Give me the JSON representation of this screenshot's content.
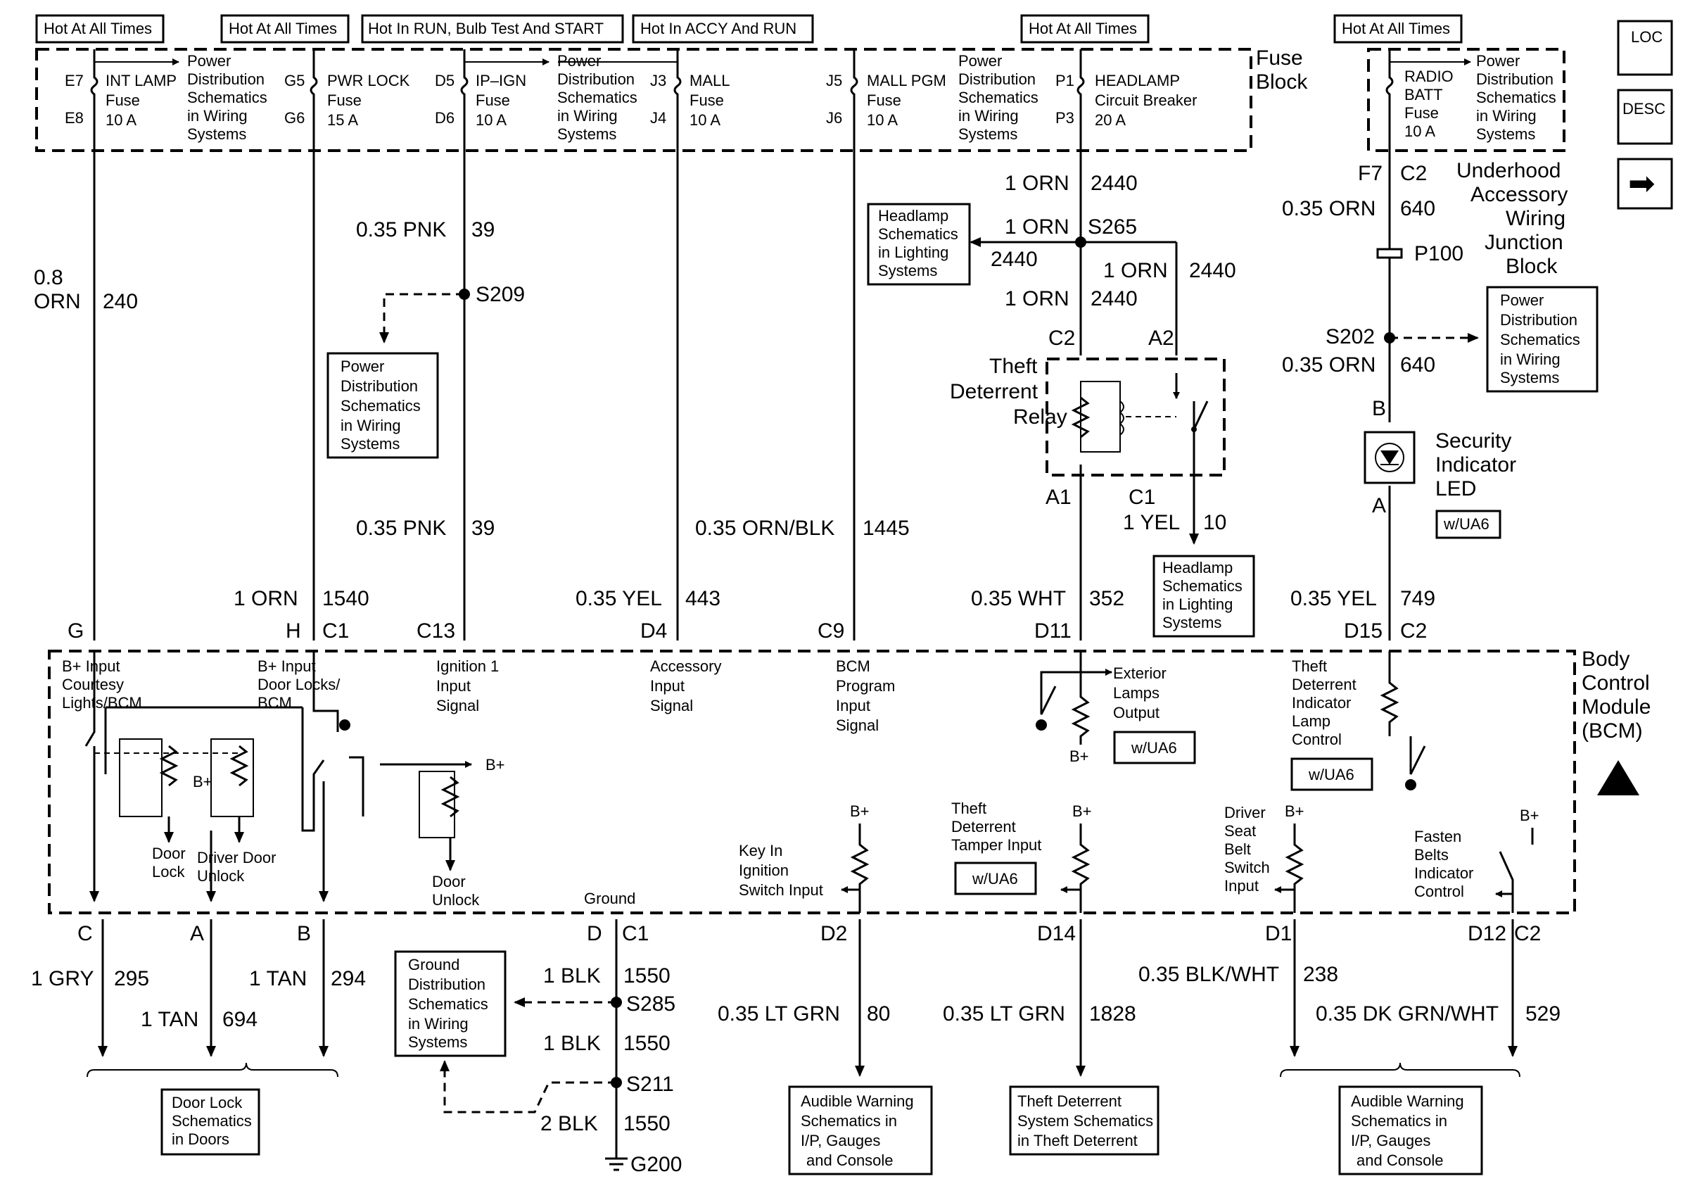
{
  "headers": [
    {
      "id": "hdr1",
      "text": "Hot At All Times"
    },
    {
      "id": "hdr2",
      "text": "Hot At All Times"
    },
    {
      "id": "hdr3",
      "text": "Hot In RUN, Bulb Test And START"
    },
    {
      "id": "hdr4",
      "text": "Hot In ACCY And RUN"
    },
    {
      "id": "hdr5",
      "text": "Hot At All Times"
    },
    {
      "id": "hdr6",
      "text": "Hot At All Times"
    }
  ],
  "fuse_block_label": [
    "Fuse",
    "Block"
  ],
  "underhood_label": [
    "Underhood",
    "Accessory",
    "Wiring",
    "Junction",
    "Block"
  ],
  "bcm_label": [
    "Body",
    "Control",
    "Module",
    "(BCM)"
  ],
  "fuses": [
    {
      "top": "E7",
      "bottom": "E8",
      "lines": [
        "INT LAMP",
        "Fuse",
        "10 A"
      ]
    },
    {
      "top": "G5",
      "bottom": "G6",
      "lines": [
        "PWR LOCK",
        "Fuse",
        "15 A"
      ]
    },
    {
      "top": "D5",
      "bottom": "D6",
      "lines": [
        "IP–IGN",
        "Fuse",
        "10 A"
      ]
    },
    {
      "top": "J3",
      "bottom": "J4",
      "lines": [
        "MALL",
        "Fuse",
        "10 A"
      ]
    },
    {
      "top": "J5",
      "bottom": "J6",
      "lines": [
        "MALL PGM",
        "Fuse",
        "10 A"
      ]
    },
    {
      "top": "P1",
      "bottom": "P3",
      "lines": [
        "HEADLAMP",
        "Circuit Breaker",
        "20 A"
      ]
    },
    {
      "top": "",
      "bottom": "",
      "lines": [
        "RADIO",
        "BATT",
        "Fuse",
        "10 A"
      ]
    }
  ],
  "pds_text": [
    "Power",
    "Distribution",
    "Schematics",
    "in Wiring",
    "Systems"
  ],
  "refs": {
    "pds": [
      "Power",
      "Distribution",
      "Schematics",
      "in Wiring",
      "Systems"
    ],
    "headlamp": [
      "Headlamp",
      "Schematics",
      "in Lighting",
      "Systems"
    ],
    "ground": [
      "Ground",
      "Distribution",
      "Schematics",
      "in Wiring",
      "Systems"
    ],
    "doorlock": [
      "Door Lock",
      "Schematics",
      "in Doors"
    ],
    "audible": [
      "Audible Warning",
      "Schematics in",
      "I/P, Gauges",
      "and Console"
    ],
    "theft": [
      "Theft Deterrent",
      "System Schematics",
      "in Theft Deterrent"
    ]
  },
  "wires": {
    "w240": [
      "0.8",
      "ORN",
      "240"
    ],
    "w39a": [
      "0.35 PNK",
      "39"
    ],
    "w39b": [
      "0.35 PNK",
      "39"
    ],
    "w1540": [
      "1 ORN",
      "1540"
    ],
    "w443": [
      "0.35 YEL",
      "443"
    ],
    "w1445": [
      "0.35 ORN/BLK",
      "1445"
    ],
    "w2440a": [
      "1 ORN",
      "2440"
    ],
    "w2440b": [
      "1 ORN",
      "2440"
    ],
    "w2440c": [
      "1 ORN",
      "2440"
    ],
    "w2440d": [
      "1 ORN",
      "2440"
    ],
    "w352": [
      "0.35 WHT",
      "352"
    ],
    "w10": [
      "1 YEL",
      "10"
    ],
    "w640a": [
      "0.35 ORN",
      "640"
    ],
    "w640b": [
      "0.35 ORN",
      "640"
    ],
    "w749": [
      "0.35 YEL",
      "749"
    ],
    "w295": [
      "1 GRY",
      "295"
    ],
    "w694": [
      "1 TAN",
      "694"
    ],
    "w294": [
      "1 TAN",
      "294"
    ],
    "w1550a": [
      "1 BLK",
      "1550"
    ],
    "w1550b": [
      "1 BLK",
      "1550"
    ],
    "w1550c": [
      "2 BLK",
      "1550"
    ],
    "w80": [
      "0.35 LT GRN",
      "80"
    ],
    "w1828": [
      "0.35 LT GRN",
      "1828"
    ],
    "w238": [
      "0.35 BLK/WHT",
      "238"
    ],
    "w529": [
      "0.35 DK GRN/WHT",
      "529"
    ]
  },
  "splices": {
    "s209": "S209",
    "s265": "S265",
    "s202": "S202",
    "s285": "S285",
    "s211": "S211",
    "p100": "P100",
    "g200": "G200"
  },
  "connectors": {
    "top": [
      "G",
      "H",
      "C1",
      "C13",
      "D4",
      "C9",
      "D11",
      "D15",
      "C2"
    ],
    "bottom": [
      "C",
      "A",
      "B",
      "D",
      "C1",
      "D2",
      "D14",
      "D1",
      "D12",
      "C2"
    ],
    "relay": [
      "C2",
      "A2",
      "A1",
      "C1"
    ],
    "junction": [
      "F7",
      "C2"
    ],
    "led": [
      "B",
      "A"
    ]
  },
  "relay_label": [
    "Theft",
    "Deterrent",
    "Relay"
  ],
  "led_label": [
    "Security",
    "Indicator",
    "LED"
  ],
  "option": "w/UA6",
  "bcm_inputs": {
    "b1": [
      "B+ Input",
      "Courtesy",
      "Lights/BCM"
    ],
    "b2": [
      "B+ Input",
      "Door Locks/",
      "BCM"
    ],
    "b3": [
      "Ignition 1",
      "Input",
      "Signal"
    ],
    "b4": [
      "Accessory",
      "Input",
      "Signal"
    ],
    "b5": [
      "BCM",
      "Program",
      "Input",
      "Signal"
    ],
    "b6": [
      "Exterior",
      "Lamps",
      "Output"
    ],
    "b7": [
      "Theft",
      "Deterrent",
      "Indicator",
      "Lamp",
      "Control"
    ]
  },
  "bcm_lower": {
    "door_lock": [
      "Door",
      "Lock"
    ],
    "driver_unlock": [
      "Driver Door",
      "Unlock"
    ],
    "door_unlock": [
      "Door",
      "Unlock"
    ],
    "ground": "Ground",
    "key": [
      "Key In",
      "Ignition",
      "Switch Input"
    ],
    "tamper": [
      "Theft",
      "Deterrent",
      "Tamper Input"
    ],
    "seat": [
      "Driver",
      "Seat",
      "Belt",
      "Switch",
      "Input"
    ],
    "fasten": [
      "Fasten",
      "Belts",
      "Indicator",
      "Control"
    ]
  },
  "bplus": "B+",
  "nav": {
    "loc": "LOC",
    "desc": "DESC",
    "arrow": "➡"
  }
}
